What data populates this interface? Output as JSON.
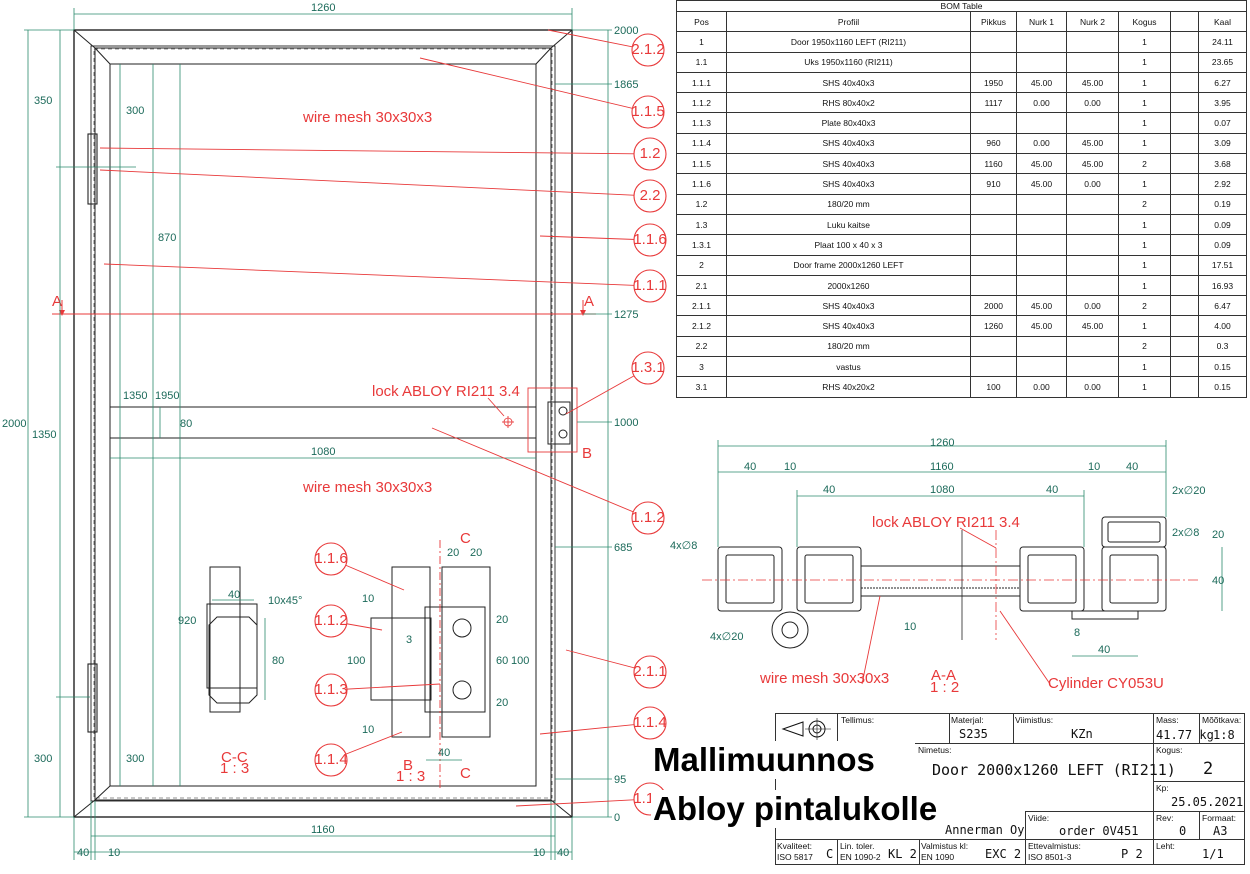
{
  "front_view": {
    "width_top": "1260",
    "width_bottom": "1160",
    "height_total": "2000",
    "height_1350": "1350",
    "height_350": "350",
    "height_300": "300",
    "inner_300_top": "300",
    "inner_870": "870",
    "inner_1350": "1350",
    "inner_1950": "1950",
    "inner_80": "80",
    "inner_1080": "1080",
    "inner_920": "920",
    "inner_300_bottom": "300",
    "bottom_40": "40",
    "bottom_10": "10",
    "bottom_10b": "10",
    "bottom_40b": "40",
    "level_2000": "2000",
    "level_1865": "1865",
    "level_1275": "1275",
    "level_1000": "1000",
    "level_685": "685",
    "level_95": "95",
    "level_0": "0",
    "section_marker": "A",
    "wire_mesh_top": "wire mesh 30x30x3",
    "wire_mesh_bottom": "wire mesh 30x30x3",
    "lock_label": "lock ABLOY RI211 3.4",
    "detail_b_marker": "B"
  },
  "balloons": [
    "2.1.2",
    "1.1.5",
    "1.2",
    "2.2",
    "1.1.6",
    "1.1.1",
    "1.3.1",
    "1.1.2",
    "2.1.1",
    "1.1.4",
    "1.1.5",
    "1.1.6",
    "1.1.2",
    "1.1.3",
    "1.1.4"
  ],
  "section_cc": {
    "title": "C-C",
    "scale": "1 : 3",
    "dim_40": "40",
    "dim_10x45": "10x45°",
    "dim_80": "80"
  },
  "detail_b": {
    "title": "B",
    "scale": "1 : 3",
    "marker_c": "C",
    "dim_20a": "20",
    "dim_20b": "20",
    "dim_10": "10",
    "dim_3": "3",
    "dim_100": "100",
    "dim_20c": "20",
    "dim_60": "60",
    "dim_100b": "100",
    "dim_20d": "20",
    "dim_10b": "10",
    "dim_40": "40"
  },
  "section_aa": {
    "title": "A-A",
    "scale": "1 : 2",
    "dim_1260": "1260",
    "dim_40a": "40",
    "dim_10a": "10",
    "dim_1160": "1160",
    "dim_10b": "10",
    "dim_40b": "40",
    "dim_40c": "40",
    "dim_1080": "1080",
    "dim_40d": "40",
    "dim_4x8": "4x∅8",
    "dim_4x20": "4x∅20",
    "dim_2x20": "2x∅20",
    "dim_2x8": "2x∅8",
    "dim_20": "20",
    "dim_40e": "40",
    "dim_10c": "10",
    "dim_8": "8",
    "dim_40f": "40",
    "lock_label": "lock ABLOY RI211 3.4",
    "mesh_label": "wire mesh 30x30x3",
    "cylinder_label": "Cylinder CY053U"
  },
  "bom": {
    "caption": "BOM Table",
    "headers": [
      "Pos",
      "Profiil",
      "Pikkus",
      "Nurk 1",
      "Nurk 2",
      "Kogus",
      "",
      "Kaal"
    ],
    "rows": [
      [
        "1",
        "Door 1950x1160 LEFT (RI211)",
        "",
        "",
        "",
        "1",
        "",
        "24.11"
      ],
      [
        "1.1",
        "Uks 1950x1160 (RI211)",
        "",
        "",
        "",
        "1",
        "",
        "23.65"
      ],
      [
        "1.1.1",
        "SHS 40x40x3",
        "1950",
        "45.00",
        "45.00",
        "1",
        "",
        "6.27"
      ],
      [
        "1.1.2",
        "RHS 80x40x2",
        "1117",
        "0.00",
        "0.00",
        "1",
        "",
        "3.95"
      ],
      [
        "1.1.3",
        "Plate 80x40x3",
        "",
        "",
        "",
        "1",
        "",
        "0.07"
      ],
      [
        "1.1.4",
        "SHS 40x40x3",
        "960",
        "0.00",
        "45.00",
        "1",
        "",
        "3.09"
      ],
      [
        "1.1.5",
        "SHS 40x40x3",
        "1160",
        "45.00",
        "45.00",
        "2",
        "",
        "3.68"
      ],
      [
        "1.1.6",
        "SHS 40x40x3",
        "910",
        "45.00",
        "0.00",
        "1",
        "",
        "2.92"
      ],
      [
        "1.2",
        "180/20 mm",
        "",
        "",
        "",
        "2",
        "",
        "0.19"
      ],
      [
        "1.3",
        "Luku kaitse",
        "",
        "",
        "",
        "1",
        "",
        "0.09"
      ],
      [
        "1.3.1",
        "Plaat 100 x 40 x 3",
        "",
        "",
        "",
        "1",
        "",
        "0.09"
      ],
      [
        "2",
        "Door frame 2000x1260 LEFT",
        "",
        "",
        "",
        "1",
        "",
        "17.51"
      ],
      [
        "2.1",
        "2000x1260",
        "",
        "",
        "",
        "1",
        "",
        "16.93"
      ],
      [
        "2.1.1",
        "SHS 40x40x3",
        "2000",
        "45.00",
        "0.00",
        "2",
        "",
        "6.47"
      ],
      [
        "2.1.2",
        "SHS 40x40x3",
        "1260",
        "45.00",
        "45.00",
        "1",
        "",
        "4.00"
      ],
      [
        "2.2",
        "180/20 mm",
        "",
        "",
        "",
        "2",
        "",
        "0.3"
      ],
      [
        "3",
        "vastus",
        "",
        "",
        "",
        "1",
        "",
        "0.15"
      ],
      [
        "3.1",
        "RHS 40x20x2",
        "100",
        "0.00",
        "0.00",
        "1",
        "",
        "0.15"
      ]
    ]
  },
  "title_block": {
    "tellimus_label": "Tellimus:",
    "materjal_label": "Materjal:",
    "materjal": "S235",
    "viimistlus_label": "Viimistlus:",
    "viimistlus": "KZn",
    "mass_label": "Mass:",
    "mass": "41.77 kg",
    "mootkava_label": "Mõõtkava:",
    "mootkava": "1:8",
    "nimetus_label": "Nimetus:",
    "nimetus": "Door 2000x1260 LEFT (RI211)",
    "kogus_label": "Kogus:",
    "kogus": "2",
    "kp_label": "Kp:",
    "kp": "25.05.2021",
    "company": "Annerman Oy",
    "viide_label": "Viide:",
    "viide": "order 0V451",
    "rev_label": "Rev:",
    "rev": "0",
    "formaat_label": "Formaat:",
    "formaat": "A3",
    "kvaliteet_label": "Kvaliteet:",
    "kvaliteet_std": "ISO 5817",
    "kvaliteet": "C",
    "lintoler_label": "Lin. toler.",
    "lintoler_std": "EN 1090-2",
    "lintoler": "KL 2",
    "valmistus_label": "Valmistus kl:",
    "valmistus_std": "EN 1090",
    "valmistus": "EXC 2",
    "ettevalmistus_label": "Ettevalmistus:",
    "ettevalmistus_std": "ISO 8501-3",
    "ettevalmistus": "P 2",
    "leht_label": "Leht:",
    "leht": "1/1"
  },
  "overlay": {
    "line1": "Mallimuunnos",
    "line2": "Abloy pintalukolle"
  }
}
